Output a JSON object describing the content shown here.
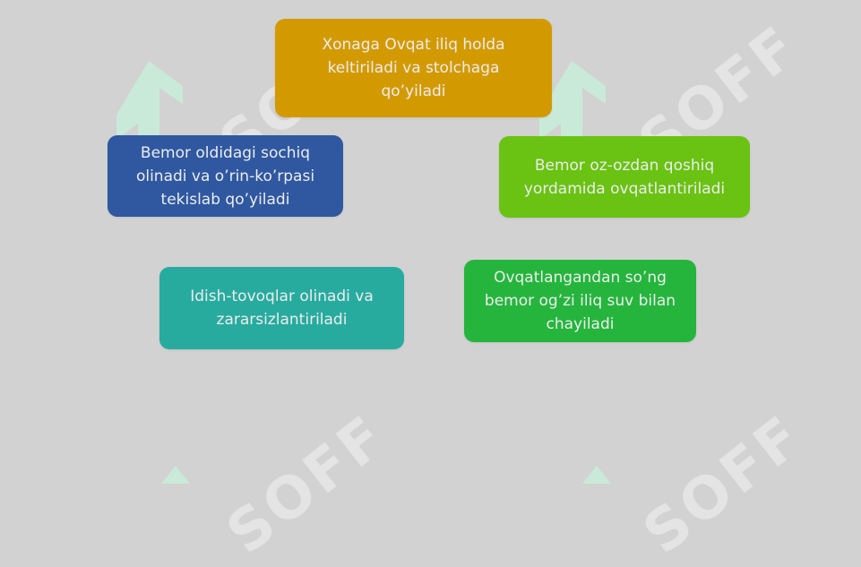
{
  "watermark": {
    "text": "SOFF",
    "icon": "soff-logo-icon",
    "logo_color": "#c9ead9"
  },
  "colors": {
    "background": "#d2d2d2",
    "box_text": "#ececec",
    "top": "#d39a00",
    "left": "#2f58a0",
    "right": "#6ac212",
    "bottom_left": "#28ab9f",
    "bottom_right": "#25b53d"
  },
  "steps": {
    "top": "Xonaga Ovqat iliq holda keltiriladi va stolchaga qo’yiladi",
    "left": "Bemor oldidagi sochiq olinadi va o’rin-ko’rpasi tekislab qo’yiladi",
    "right": "Bemor oz-ozdan qoshiq yordamida ovqatlantiriladi",
    "bottom_left": "Idish-tovoqlar olinadi va zararsizlantiriladi",
    "bottom_right": "Ovqatlangandan so’ng bemor og’zi iliq suv bilan chayiladi"
  }
}
